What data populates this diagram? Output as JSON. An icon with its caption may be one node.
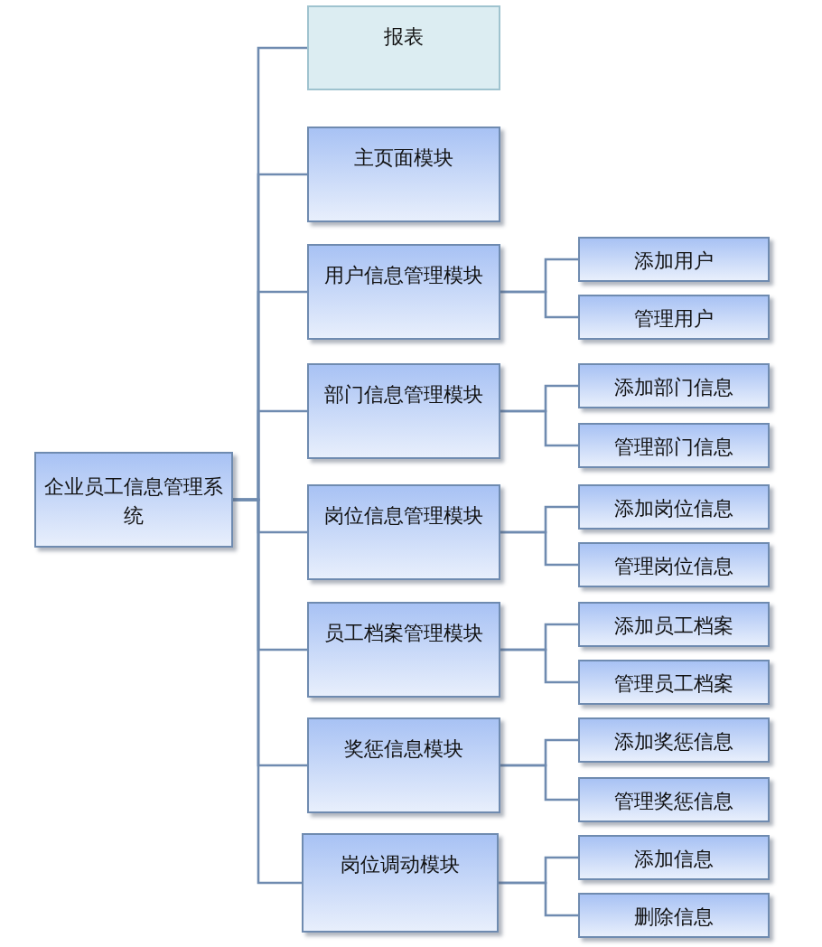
{
  "diagram": {
    "nodes": [
      {
        "text": [
          "企业员工信息管理系统"
        ]
      },
      {
        "text": [
          "报表"
        ]
      },
      {
        "text": [
          "主页面模块"
        ]
      },
      {
        "text": [
          "用户信息管理模块"
        ]
      },
      {
        "text": [
          "添加用户"
        ]
      },
      {
        "text": [
          "管理用户"
        ]
      },
      {
        "text": [
          "部门信息管理模块"
        ]
      },
      {
        "text": [
          "添加部门信息"
        ]
      },
      {
        "text": [
          "管理部门信息"
        ]
      },
      {
        "text": [
          "岗位信息管理模块"
        ]
      },
      {
        "text": [
          "添加岗位信息"
        ]
      },
      {
        "text": [
          "管理岗位信息"
        ]
      },
      {
        "text": [
          "员工档案管理模块"
        ]
      },
      {
        "text": [
          "添加员工档案"
        ]
      },
      {
        "text": [
          "管理员工档案"
        ]
      },
      {
        "text": [
          "奖惩信息模块"
        ]
      },
      {
        "text": [
          "添加奖惩信息"
        ]
      },
      {
        "text": [
          "管理奖惩信息"
        ]
      },
      {
        "text": [
          "岗位调动模块"
        ]
      },
      {
        "text": [
          "添加信息"
        ]
      },
      {
        "text": [
          "删除信息"
        ]
      }
    ],
    "edges": [
      {
        "from": 0,
        "to": 1,
        "arrow": "none"
      },
      {
        "from": 0,
        "to": 2,
        "arrow": "none"
      },
      {
        "from": 0,
        "to": 3,
        "arrow": "none"
      },
      {
        "from": 3,
        "to": 4,
        "arrow": "none"
      },
      {
        "from": 3,
        "to": 5,
        "arrow": "none"
      },
      {
        "from": 0,
        "to": 6,
        "arrow": "none"
      },
      {
        "from": 6,
        "to": 7,
        "arrow": "none"
      },
      {
        "from": 6,
        "to": 8,
        "arrow": "none"
      },
      {
        "from": 0,
        "to": 9,
        "arrow": "none"
      },
      {
        "from": 9,
        "to": 10,
        "arrow": "none"
      },
      {
        "from": 9,
        "to": 11,
        "arrow": "none"
      },
      {
        "from": 0,
        "to": 12,
        "arrow": "none"
      },
      {
        "from": 12,
        "to": 13,
        "arrow": "none"
      },
      {
        "from": 12,
        "to": 14,
        "arrow": "none"
      },
      {
        "from": 0,
        "to": 15,
        "arrow": "none"
      },
      {
        "from": 15,
        "to": 16,
        "arrow": "none"
      },
      {
        "from": 15,
        "to": 17,
        "arrow": "none"
      },
      {
        "from": 0,
        "to": 18,
        "arrow": "none"
      },
      {
        "from": 18,
        "to": 19,
        "arrow": "none"
      },
      {
        "from": 18,
        "to": 20,
        "arrow": "none"
      }
    ]
  }
}
